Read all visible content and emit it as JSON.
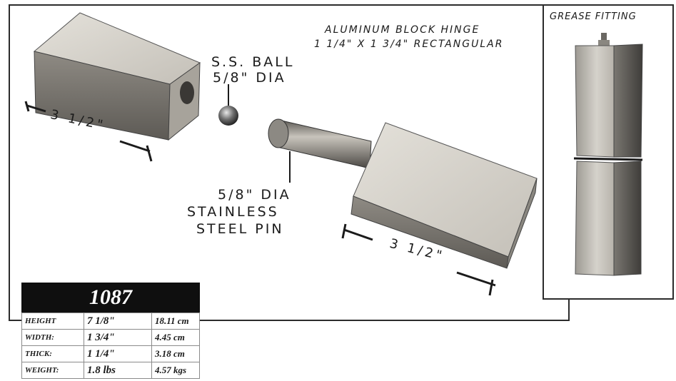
{
  "product": {
    "title_line1": "ALUMINUM BLOCK HINGE",
    "title_line2": "1 1/4\" X 1 3/4\" RECTANGULAR",
    "model": "1087"
  },
  "callouts": {
    "ball_line1": "S.S. BALL",
    "ball_line2": "5/8\" DIA",
    "pin_line1": "5/8\" DIA",
    "pin_line2": "STAINLESS",
    "pin_line3": "STEEL PIN",
    "dimension_left": "3 1/2\"",
    "dimension_right": "3 1/2\"",
    "grease": "GREASE FITTING"
  },
  "specs": [
    {
      "label": "HEIGHT",
      "imperial": "7 1/8\"",
      "metric": "18.11 cm"
    },
    {
      "label": "WIDTH:",
      "imperial": "1 3/4\"",
      "metric": "4.45 cm"
    },
    {
      "label": "THICK:",
      "imperial": "1 1/4\"",
      "metric": "3.18 cm"
    },
    {
      "label": "WEIGHT:",
      "imperial": "1.8 lbs",
      "metric": "4.57 kgs"
    }
  ],
  "colors": {
    "frame": "#2b2b2b",
    "aluminum_light": "#d9d6cf",
    "aluminum_dark": "#7d7a74",
    "spec_header": "#0f0f0f"
  }
}
